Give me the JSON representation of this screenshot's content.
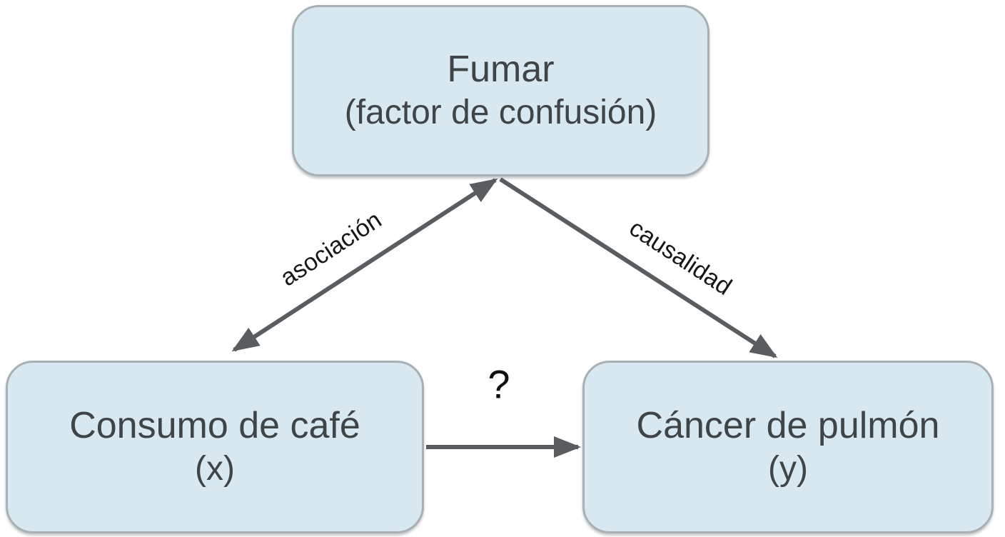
{
  "diagram": {
    "nodes": {
      "confounder": {
        "title": "Fumar",
        "subtitle": "(factor de confusión)"
      },
      "x": {
        "title": "Consumo de café",
        "subtitle": "(x)"
      },
      "y": {
        "title": "Cáncer de pulmón",
        "subtitle": "(y)"
      }
    },
    "edges": {
      "association": {
        "label": "asociación",
        "from": "x",
        "to": "confounder",
        "style": "double-headed"
      },
      "causality": {
        "label": "causalidad",
        "from": "confounder",
        "to": "y",
        "style": "single-headed"
      },
      "question": {
        "label": "?",
        "from": "x",
        "to": "y",
        "style": "single-headed"
      }
    },
    "colors": {
      "background": "#ffffff",
      "node_fill": "#d8e8f0",
      "node_border": "#a9b0b5",
      "node_text": "#3f4447",
      "arrow": "#595d60",
      "edge_label_text": "#161616"
    }
  }
}
